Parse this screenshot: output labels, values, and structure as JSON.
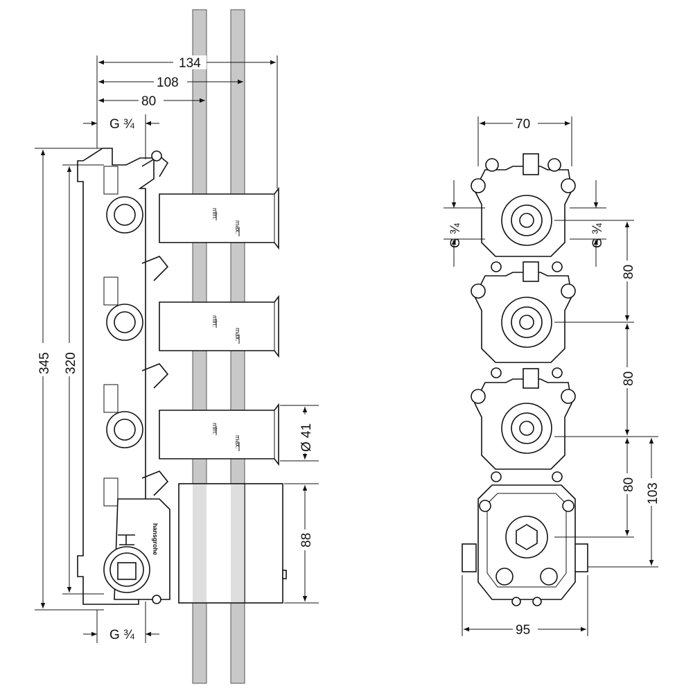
{
  "side_view": {
    "dims": {
      "width_total": "134",
      "width_mid": "108",
      "width_wall": "80",
      "thread_top": "G ¾",
      "thread_bottom": "G ¾",
      "height_total": "345",
      "height_inner": "320",
      "cartridge_diameter": "Ø 41",
      "box_height": "88"
    },
    "cartridge_marks": {
      "min": "min.",
      "max": "max."
    },
    "brand": "hansgrohe",
    "hot_mark": "H"
  },
  "front_view": {
    "dims": {
      "width_top": "70",
      "width_bottom": "95",
      "thread_left": "G ¾",
      "thread_right": "G ¾",
      "spacing_1": "80",
      "spacing_2": "80",
      "spacing_3": "80",
      "offset_bottom": "103"
    }
  }
}
